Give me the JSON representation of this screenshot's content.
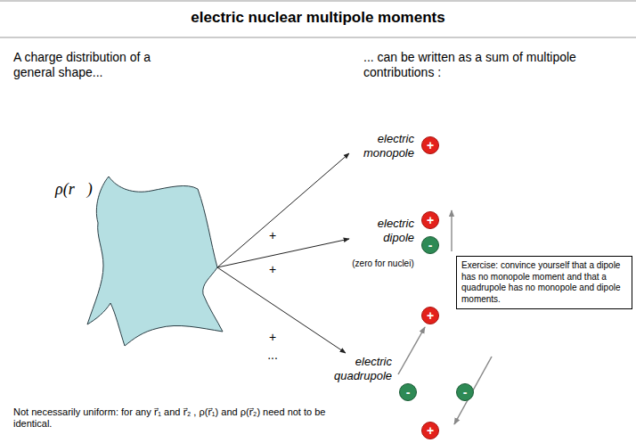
{
  "diagram": {
    "title": "electric nuclear multipole moments",
    "nodes": [
      {
        "text": [
          "ρ(r⃗)"
        ]
      },
      {
        "text": [
          "+"
        ]
      },
      {
        "text": [
          "+"
        ]
      },
      {
        "text": [
          "-"
        ]
      },
      {
        "text": [
          "Exercise: convince yourself that a dipole has no monopole moment and that a quadrupole has no monopole and dipole moments."
        ]
      },
      {
        "text": [
          "+"
        ]
      },
      {
        "text": [
          "-"
        ]
      },
      {
        "text": [
          "-"
        ]
      },
      {
        "text": [
          "+"
        ]
      }
    ],
    "labels": [
      "A charge distribution of a general shape...",
      "... can be written as a sum of multipole contributions :",
      "+",
      "+",
      "+",
      "...",
      "electric monopole",
      "electric dipole",
      "(zero for nuclei)",
      "electric quadrupole",
      "Not necessarily uniform: for any r⃗₁ and r⃗₂ , ρ(r⃗₁) and ρ(r⃗₂) need not to be identical."
    ]
  }
}
